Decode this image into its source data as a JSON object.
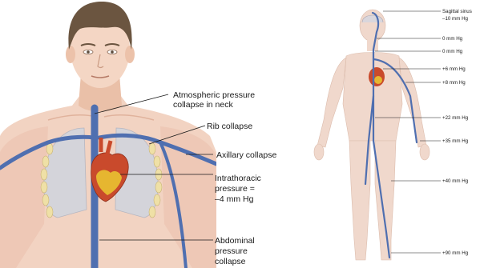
{
  "left_labels": {
    "neck_1": "Atmospheric pressure",
    "neck_2": "collapse in neck",
    "rib": "Rib collapse",
    "axillary": "Axillary collapse",
    "intrathoracic_1": "Intrathoracic",
    "intrathoracic_2": "pressure =",
    "intrathoracic_3": "–4 mm Hg",
    "abdominal_1": "Abdominal",
    "abdominal_2": "pressure",
    "abdominal_3": "collapse"
  },
  "right_labels": {
    "sagittal_1": "Sagittal sinus",
    "sagittal_2": "–10 mm Hg",
    "p1": "0 mm Hg",
    "p2": "0 mm Hg",
    "p3": "+6 mm Hg",
    "p4": "+8 mm Hg",
    "p5": "+22 mm Hg",
    "p6": "+35 mm Hg",
    "p7": "+40 mm Hg",
    "p8": "+90 mm Hg"
  },
  "colors": {
    "skin": "#f2d3c2",
    "skin_shadow": "#e2b29c",
    "hair": "#6b5540",
    "vein": "#4f6fb0",
    "lung": "#d4d4da",
    "heart": "#c94a2c",
    "heart_yellow": "#e6b630",
    "rib": "#efe0a6",
    "figure": "#f0d8cc"
  }
}
